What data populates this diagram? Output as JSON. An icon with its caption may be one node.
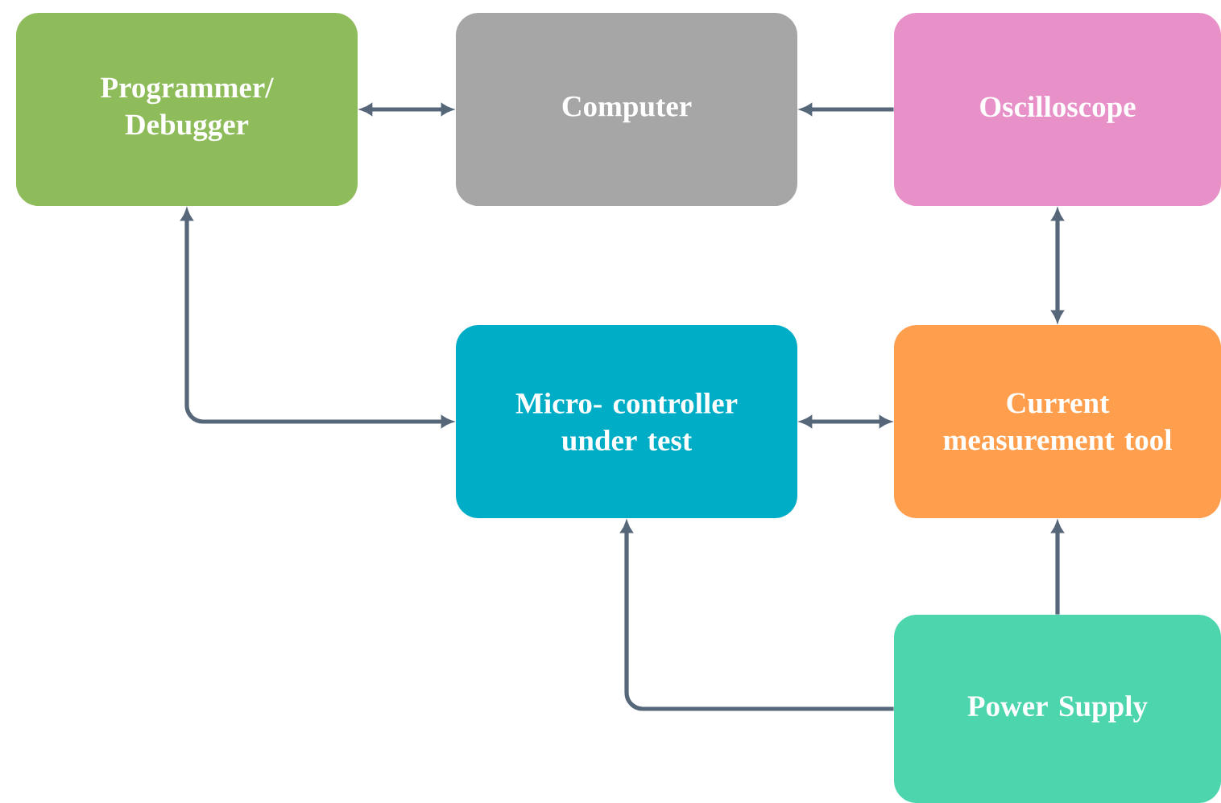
{
  "diagram": {
    "nodes": [
      {
        "text": [
          "Programmer/ Debugger"
        ]
      },
      {
        "text": [
          "Computer"
        ]
      },
      {
        "text": [
          "Oscilloscope"
        ]
      },
      {
        "text": [
          "Micro- controller under test"
        ]
      },
      {
        "text": [
          "Current measurement tool"
        ]
      },
      {
        "text": [
          "Power Supply"
        ]
      }
    ],
    "edges": [
      {
        "from": 0,
        "to": 1,
        "arrow": "both"
      },
      {
        "from": 2,
        "to": 1,
        "arrow": "to"
      },
      {
        "from": 2,
        "to": 4,
        "arrow": "both"
      },
      {
        "from": 0,
        "to": 3,
        "arrow": "both"
      },
      {
        "from": 3,
        "to": 4,
        "arrow": "both"
      },
      {
        "from": 5,
        "to": 4,
        "arrow": "to"
      },
      {
        "from": 5,
        "to": 3,
        "arrow": "to"
      }
    ]
  }
}
